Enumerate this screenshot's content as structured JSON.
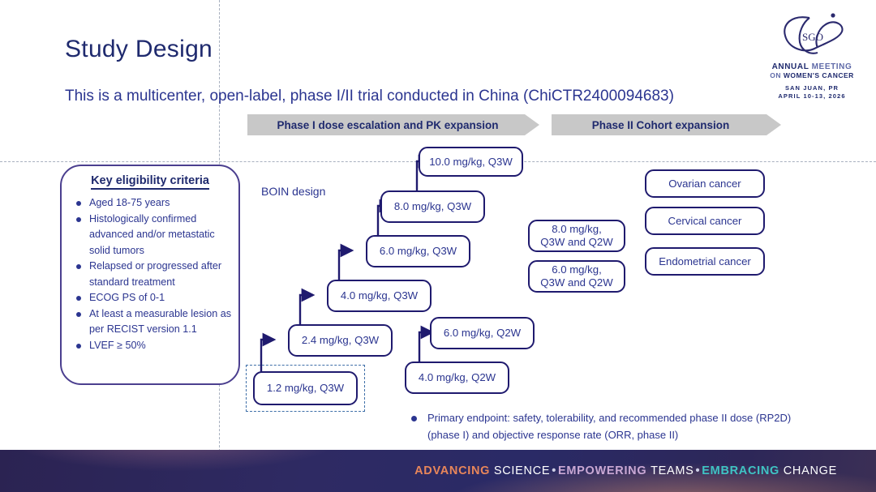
{
  "slide": {
    "title": "Study Design",
    "subtitle": "This is a multicenter, open-label, phase I/II trial conducted in China (ChiCTR2400094683)"
  },
  "logo": {
    "mark": "sgo-infinity-logo",
    "mark_text": "SGO",
    "line1_bold": "ANNUAL",
    "line1_light": "MEETING",
    "line2_light": "ON",
    "line2_bold": "WOMEN'S CANCER",
    "city": "SAN JUAN, PR",
    "date": "APRIL 10-13, 2026",
    "color": "#1f2a6e"
  },
  "banners": [
    {
      "label": "Phase I dose escalation and PK expansion"
    },
    {
      "label": "Phase II Cohort expansion"
    }
  ],
  "eligibility": {
    "title": "Key eligibility criteria",
    "items": [
      "Aged 18-75 years",
      "Histologically confirmed advanced and/or metastatic solid tumors",
      "Relapsed or progressed after standard treatment",
      "ECOG PS of 0-1",
      "At least a measurable lesion as per RECIST version 1.1",
      "LVEF ≥ 50%"
    ]
  },
  "design": {
    "label": "BOIN design"
  },
  "escalation_q3w": [
    {
      "label": "1.2 mg/kg, Q3W",
      "dashed": true
    },
    {
      "label": "2.4 mg/kg, Q3W",
      "dashed": false
    },
    {
      "label": "4.0 mg/kg, Q3W",
      "dashed": false
    },
    {
      "label": "6.0 mg/kg, Q3W",
      "dashed": false
    },
    {
      "label": "8.0 mg/kg, Q3W",
      "dashed": false
    },
    {
      "label": "10.0 mg/kg, Q3W",
      "dashed": false
    }
  ],
  "escalation_q2w": [
    {
      "label": "4.0 mg/kg, Q2W"
    },
    {
      "label": "6.0 mg/kg, Q2W"
    }
  ],
  "expansion_doses": [
    {
      "label": "8.0 mg/kg,\nQ3W and Q2W"
    },
    {
      "label": "6.0 mg/kg,\nQ3W and Q2W"
    }
  ],
  "cohorts": [
    {
      "label": "Ovarian cancer"
    },
    {
      "label": "Cervical cancer"
    },
    {
      "label": "Endometrial cancer"
    }
  ],
  "endpoint": {
    "text": "Primary endpoint: safety, tolerability, and recommended phase II dose (RP2D) (phase I) and objective response rate (ORR, phase II)"
  },
  "footer": {
    "w1": "ADVANCING",
    "w1_color": "#e8865a",
    "w2": "SCIENCE",
    "w2_color": "#ffffff",
    "sep1": "•",
    "w3": "EMPOWERING",
    "w3_color": "#c9a8d4",
    "w4": "TEAMS",
    "w4_color": "#ffffff",
    "sep2": "•",
    "w5": "EMBRACING",
    "w5_color": "#3fc4c4",
    "w6": "CHANGE",
    "w6_color": "#ffffff"
  },
  "theme": {
    "navy": "#1f2a6e",
    "box_border": "#1f1a6e",
    "banner_gray": "#c8c8c8",
    "card_border": "#4b3f8f",
    "dashed_blue": "#3f6fa8"
  }
}
